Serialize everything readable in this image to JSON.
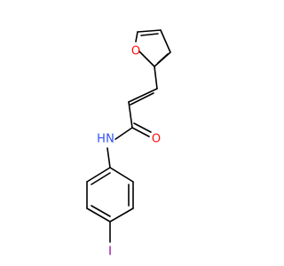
{
  "molecule": {
    "atoms": {
      "O_furan": {
        "label": "O",
        "color": "#ff0d0d"
      },
      "N_amide": {
        "label": "N",
        "color": "#3050f8"
      },
      "H_amide": {
        "label": "H",
        "color": "#3050f8"
      },
      "O_carbonyl": {
        "label": "O",
        "color": "#ff0d0d"
      },
      "I": {
        "label": "I",
        "color": "#940094"
      }
    }
  }
}
